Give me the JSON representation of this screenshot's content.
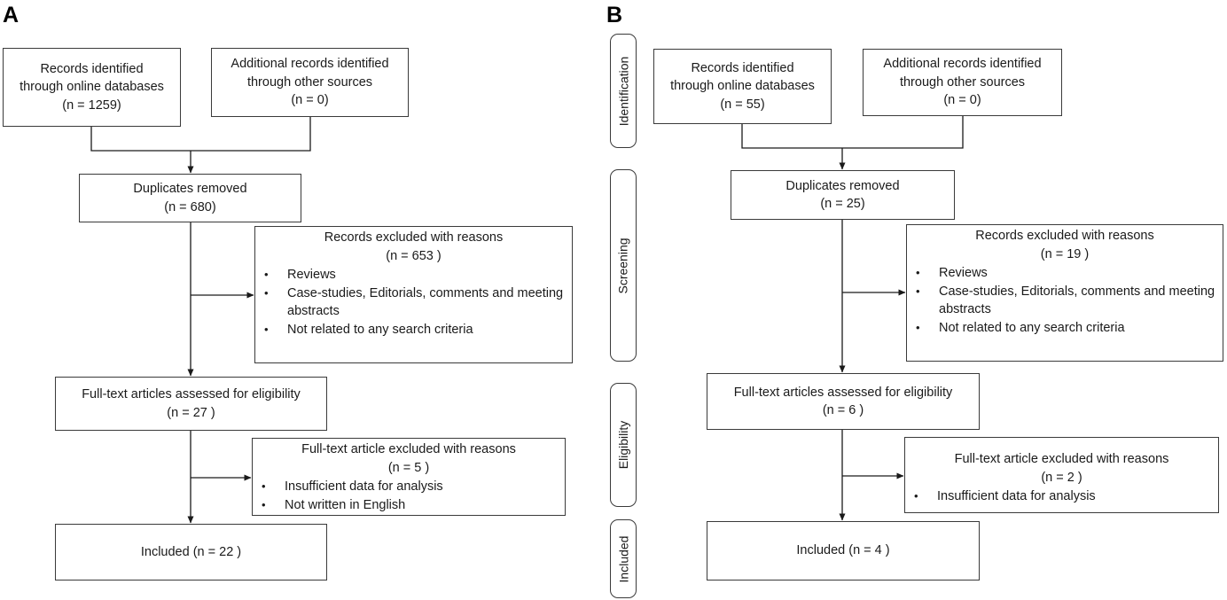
{
  "panels": {
    "a": {
      "letter": "A",
      "records_db": {
        "lines": [
          "Records identified",
          "through online databases",
          "(n = 1259)"
        ]
      },
      "records_other": {
        "lines": [
          "Additional records identified",
          "through other sources",
          "(n = 0)"
        ]
      },
      "duplicates": {
        "lines": [
          "Duplicates removed",
          "(n = 680)"
        ]
      },
      "excluded_records": {
        "header": "Records excluded with reasons",
        "count": "(n = 653 )",
        "reasons": [
          "Reviews",
          "Case-studies, Editorials, comments and meeting abstracts",
          "Not related to any search criteria"
        ]
      },
      "fulltext": {
        "lines": [
          "Full-text articles assessed for eligibility",
          "(n = 27 )"
        ]
      },
      "excluded_fulltext": {
        "header": "Full-text article excluded with reasons",
        "count": "(n = 5 )",
        "reasons": [
          "Insufficient data for analysis",
          "Not written in English"
        ]
      },
      "included": {
        "lines": [
          "Included (n = 22 )"
        ]
      }
    },
    "b": {
      "letter": "B",
      "stages": [
        "Identification",
        "Screening",
        "Eligibility",
        "Included"
      ],
      "records_db": {
        "lines": [
          "Records identified",
          "through online databases",
          "(n = 55)"
        ]
      },
      "records_other": {
        "lines": [
          "Additional records identified",
          "through other sources",
          "(n = 0)"
        ]
      },
      "duplicates": {
        "lines": [
          "Duplicates removed",
          "(n = 25)"
        ]
      },
      "excluded_records": {
        "header": "Records excluded with reasons",
        "count": "(n = 19 )",
        "reasons": [
          "Reviews",
          "Case-studies, Editorials, comments and meeting abstracts",
          "Not related to any search criteria"
        ]
      },
      "fulltext": {
        "lines": [
          "Full-text articles assessed for eligibility",
          "(n = 6 )"
        ]
      },
      "excluded_fulltext": {
        "header": "Full-text article excluded with reasons",
        "count": "(n = 2 )",
        "reasons": [
          "Insufficient data for analysis"
        ]
      },
      "included": {
        "lines": [
          "Included (n = 4 )"
        ]
      }
    }
  }
}
